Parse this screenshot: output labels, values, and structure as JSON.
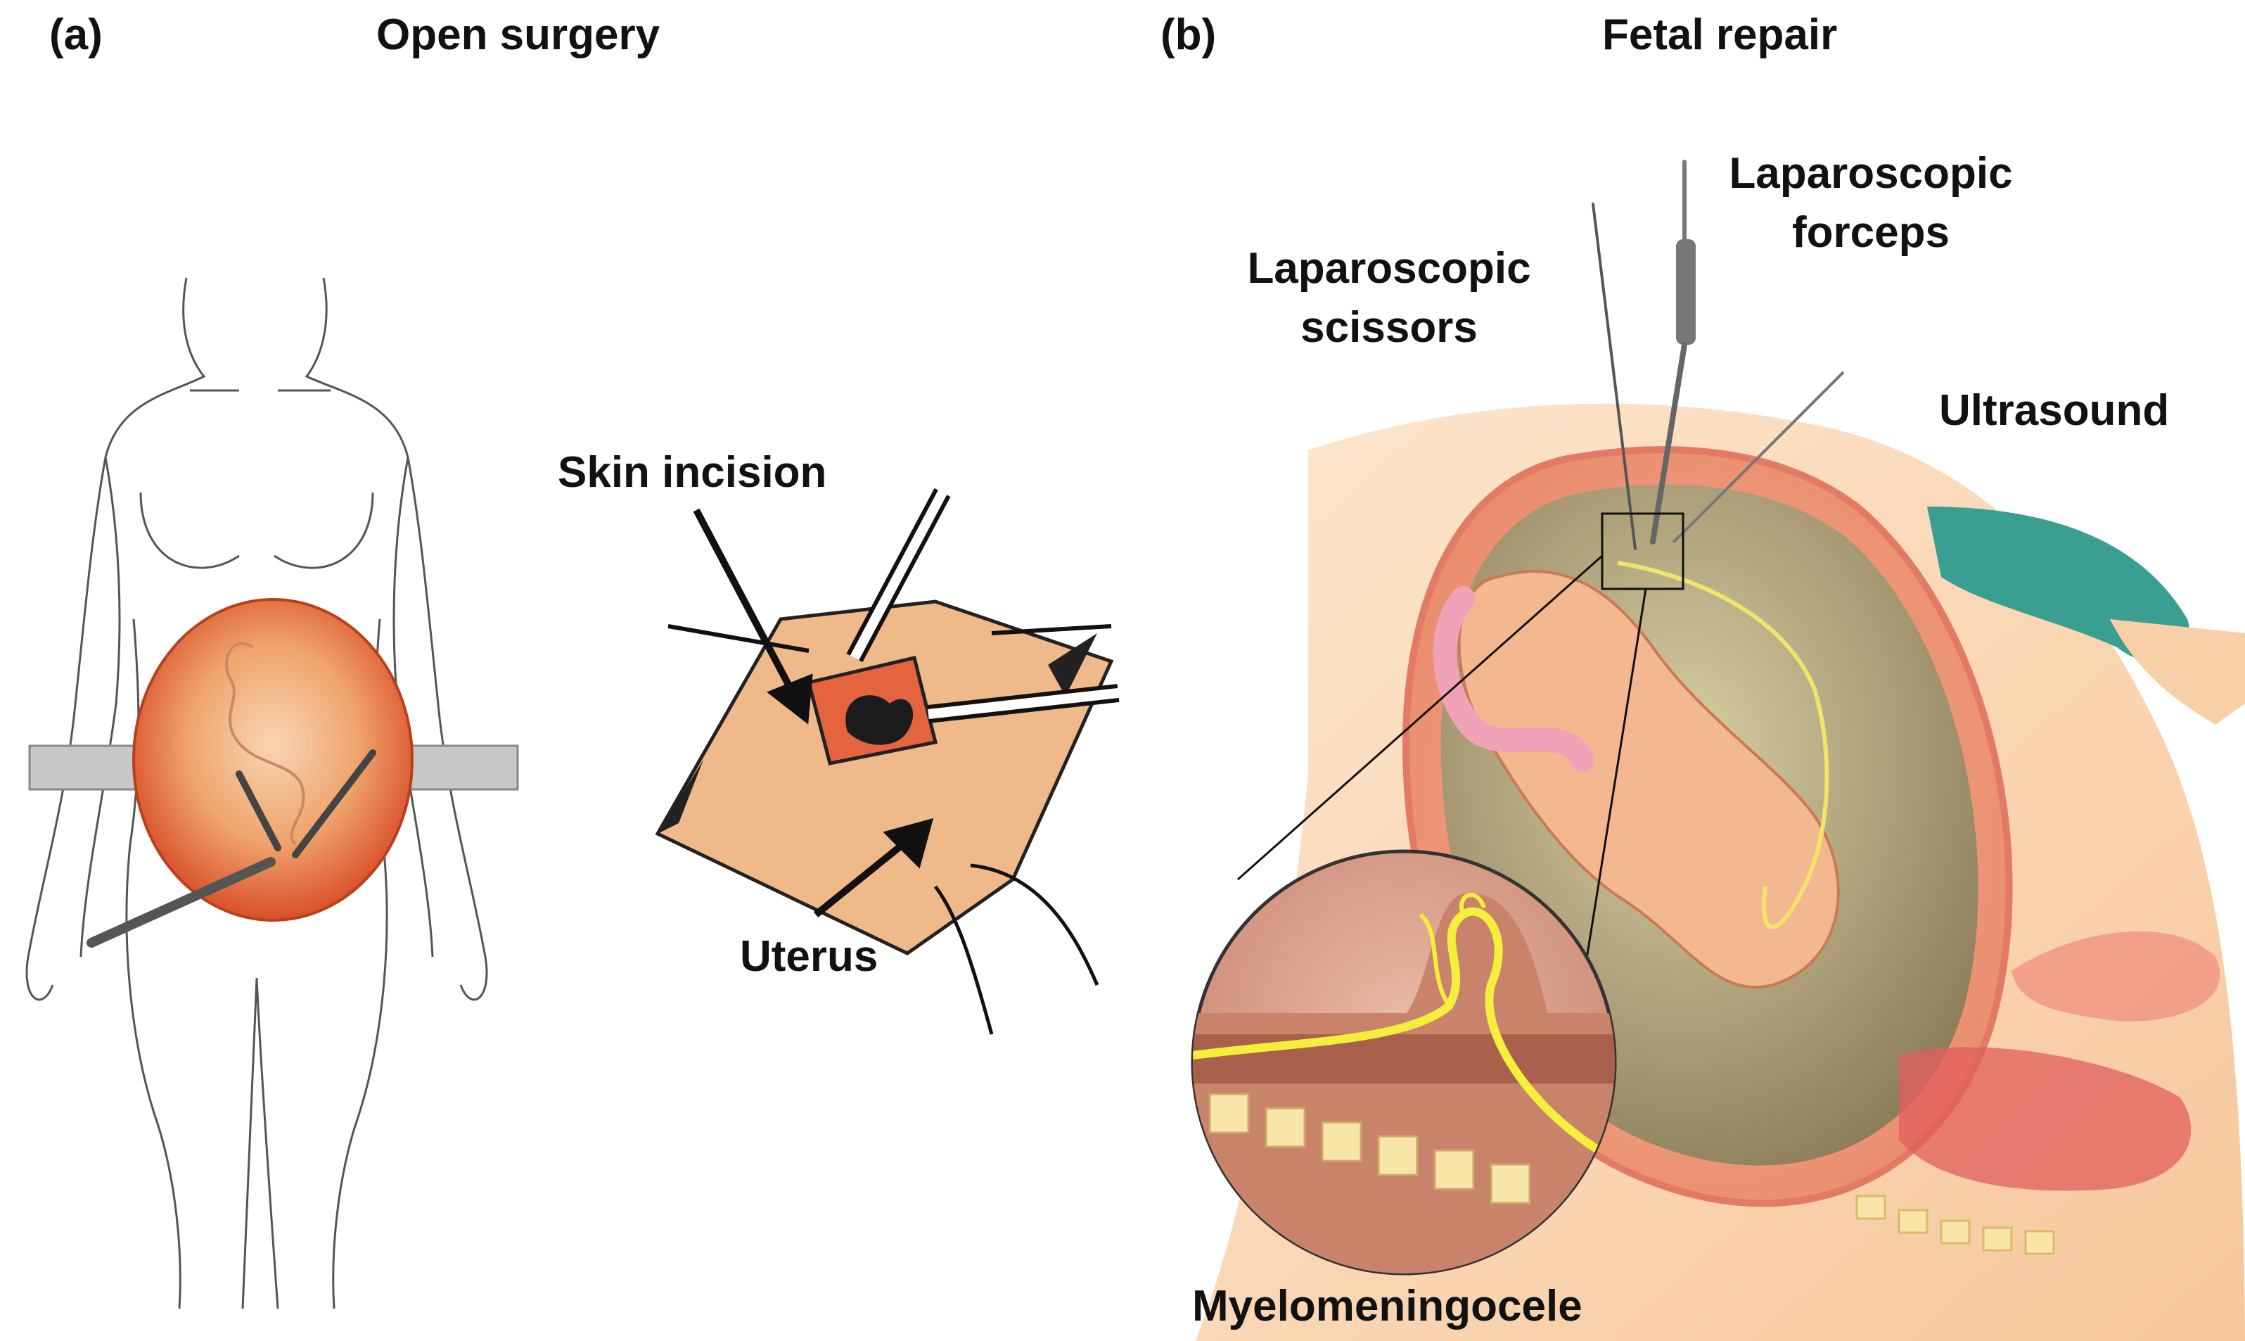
{
  "panel_a": {
    "panel_label": "(a)",
    "title": "Open surgery",
    "labels": {
      "skin_incision": "Skin incision",
      "uterus": "Uterus"
    }
  },
  "panel_b": {
    "panel_label": "(b)",
    "title": "Fetal repair",
    "labels": {
      "laparoscopic_forceps": "Laparoscopic forceps",
      "laparoscopic_scissors": "Laparoscopic scissors",
      "ultrasound": "Ultrasound",
      "myelomeningocele": "Myelomeningocele"
    }
  },
  "colors": {
    "uterus_orange": "#e8733a",
    "skin_peach": "#f3c9a0",
    "amniotic_olive": "#b4a27a",
    "glove_teal": "#3a9f90",
    "nerve_yellow": "#f4ef3c",
    "retractor_gray": "#c8c8c8"
  }
}
